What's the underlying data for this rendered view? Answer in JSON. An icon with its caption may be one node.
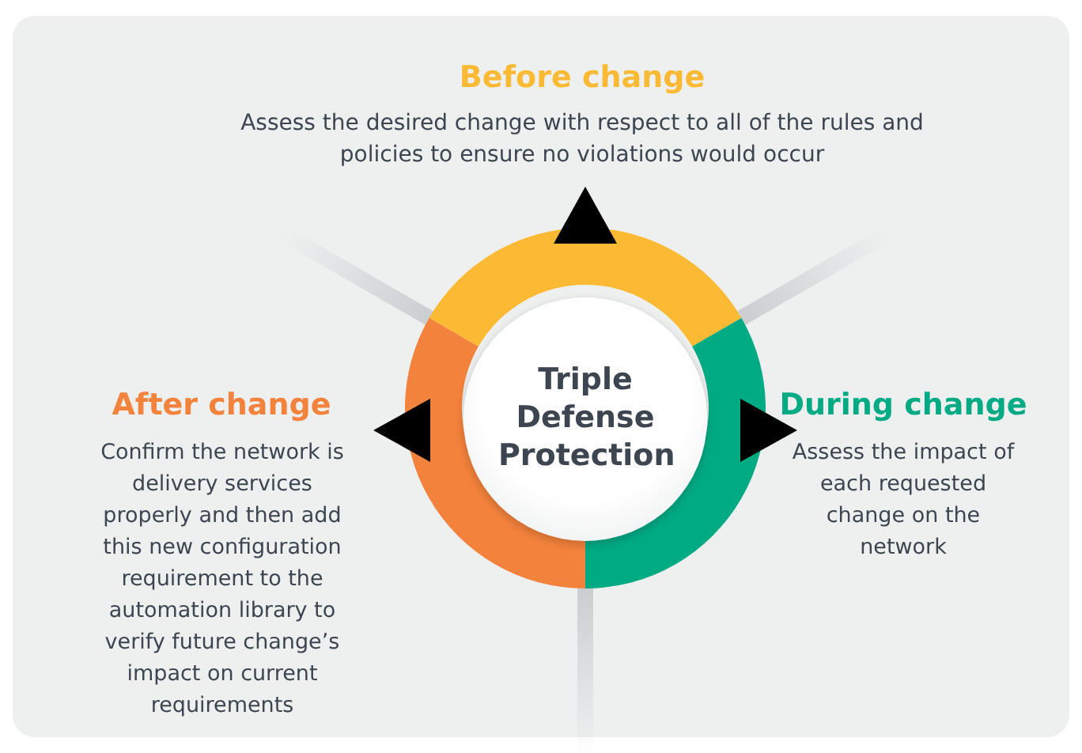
{
  "diagram": {
    "nodes": [
      {
        "text": [
          "Triple Defense Protection"
        ]
      }
    ],
    "labels": [
      "Before change",
      "Assess the desired change with respect to all of the rules and policies to ensure no violations would occur",
      "After change",
      "Confirm the network is delivery services properly and then add this new configuration requirement to the automation library to verify future change’s impact on current requirements",
      "During change",
      "Assess the impact of each requested change on the network"
    ]
  }
}
